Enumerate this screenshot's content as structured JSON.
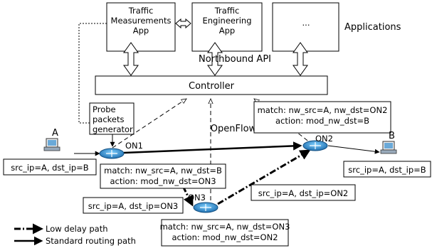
{
  "applications": {
    "app1_line1": "Traffic",
    "app1_line2": "Measurements",
    "app1_line3": "App",
    "app2_line1": "Traffic",
    "app2_line2": "Engineering",
    "app2_line3": "App",
    "app3": "...",
    "label": "Applications"
  },
  "northbound_api": "Northbound API",
  "controller": "Controller",
  "openflow": "OpenFlow",
  "probe_generator": {
    "line1": "Probe",
    "line2": "packets",
    "line3": "generator"
  },
  "hosts": {
    "a": "A",
    "b": "B"
  },
  "switches": {
    "on1": "ON1",
    "on2": "ON2",
    "on3": "ON3"
  },
  "packet_labels": {
    "at_a": "src_ip=A, dst_ip=B",
    "at_b": "src_ip=A, dst_ip=B",
    "to_on3": "src_ip=A, dst_ip=ON3",
    "to_on2": "src_ip=A, dst_ip=ON2"
  },
  "flow_rules": {
    "on2_match": "match: nw_src=A, nw_dst=ON2",
    "on2_action": "action: mod_nw_dst=B",
    "on1_match": "match: nw_src=A, nw_dst=B",
    "on1_action": "action: mod_nw_dst=ON3",
    "on3_match": "match: nw_src=A, nw_dst=ON3",
    "on3_action": "action: mod_nw_dst=ON2"
  },
  "legend": {
    "low_delay": "Low delay path",
    "standard": "Standard routing path"
  }
}
